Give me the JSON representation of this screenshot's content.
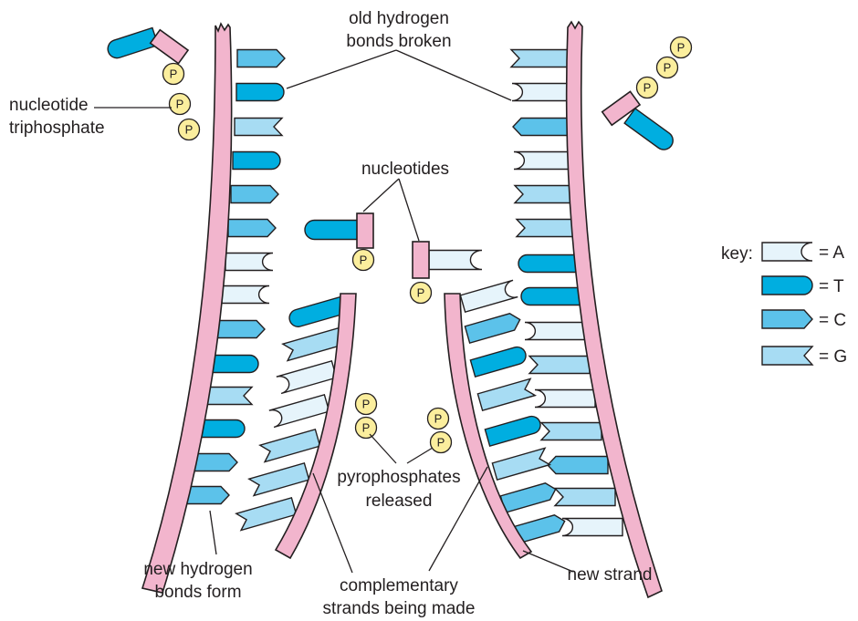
{
  "labels": {
    "old_bonds_1": "old hydrogen",
    "old_bonds_2": "bonds broken",
    "nucleotide_triphosphate_1": "nucleotide",
    "nucleotide_triphosphate_2": "triphosphate",
    "nucleotides": "nucleotides",
    "pyrophosphates_1": "pyrophosphates",
    "pyrophosphates_2": "released",
    "new_bonds_1": "new hydrogen",
    "new_bonds_2": "bonds form",
    "complementary_1": "complementary",
    "complementary_2": "strands being made",
    "new_strand": "new strand",
    "phosphate": "P"
  },
  "key": {
    "title": "key:",
    "items": [
      {
        "shape": "A",
        "label": "= A",
        "color": "#e6f4fb"
      },
      {
        "shape": "T",
        "label": "= T",
        "color": "#00aee0"
      },
      {
        "shape": "C",
        "label": "= C",
        "color": "#5cc2ea"
      },
      {
        "shape": "G",
        "label": "= G",
        "color": "#a7dcf3"
      }
    ]
  },
  "colors": {
    "backbone": "#f2b5cd",
    "phosphate": "#fbee9d",
    "outline": "#231f20"
  },
  "strands": {
    "left_old": [
      "C",
      "T",
      "G",
      "T",
      "C",
      "C",
      "A",
      "A",
      "C",
      "T",
      "G",
      "T",
      "C",
      "C"
    ],
    "left_new": [
      "T",
      "G",
      "A",
      "A",
      "G",
      "G",
      "G"
    ],
    "right_old": [
      "G",
      "A",
      "C",
      "A",
      "G",
      "G",
      "T",
      "T",
      "A",
      "G",
      "A",
      "G",
      "C",
      "G",
      "A"
    ],
    "right_new": [
      "A",
      "C",
      "T",
      "G",
      "T",
      "G",
      "C",
      "C"
    ]
  }
}
